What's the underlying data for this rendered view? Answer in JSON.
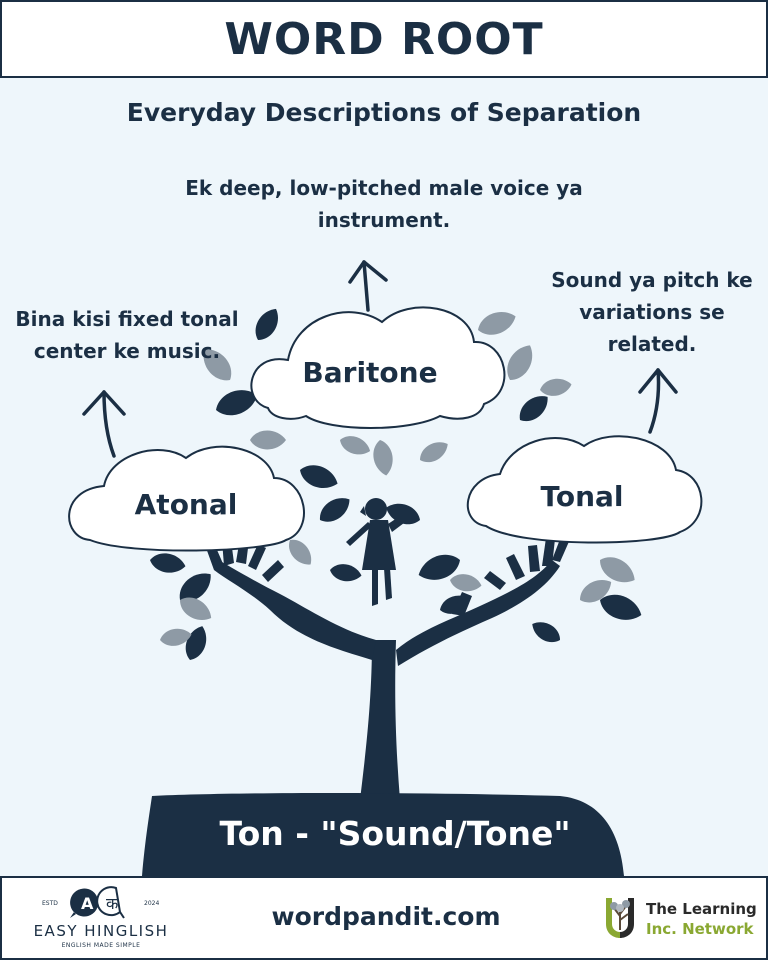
{
  "header": {
    "title": "WORD ROOT"
  },
  "subtitle": "Everyday Descriptions of Separation",
  "words": [
    {
      "word": "Baritone",
      "definition": "Ek deep, low-pitched male voice ya instrument."
    },
    {
      "word": "Atonal",
      "definition": "Bina kisi fixed tonal center ke music."
    },
    {
      "word": "Tonal",
      "definition": "Sound ya pitch ke variations se related."
    }
  ],
  "root": {
    "text": "Ton - \"Sound/Tone\""
  },
  "footer": {
    "website": "wordpandit.com",
    "brand_left": {
      "estd": "ESTD",
      "year": "2024",
      "badge_a": "A",
      "badge_k": "क",
      "name": "EASY HINGLISH",
      "tagline": "ENGLISH MADE SIMPLE"
    },
    "brand_right": {
      "line1": "The Learning",
      "line2": "Inc. Network"
    }
  },
  "colors": {
    "navy": "#1b2f44",
    "background": "#eef6fb",
    "leaf_gray": "#8e9aa5",
    "accent_green": "#8aa832"
  },
  "icons": [
    "arrow-up-icon",
    "cloud-icon",
    "hand-icon",
    "leaf-icon",
    "child-silhouette-icon",
    "tree-logo-icon"
  ]
}
